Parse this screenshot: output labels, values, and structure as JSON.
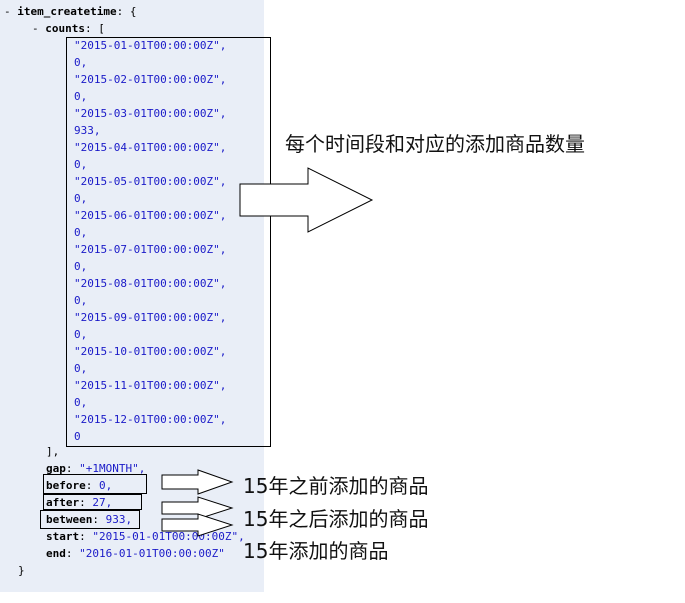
{
  "json_view": {
    "top_key": "item_createtime",
    "top_open": ": {",
    "counts_key": "counts",
    "counts_open": ": [",
    "counts_values": [
      "\"2015-01-01T00:00:00Z\",",
      "0,",
      "\"2015-02-01T00:00:00Z\",",
      "0,",
      "\"2015-03-01T00:00:00Z\",",
      "933,",
      "\"2015-04-01T00:00:00Z\",",
      "0,",
      "\"2015-05-01T00:00:00Z\",",
      "0,",
      "\"2015-06-01T00:00:00Z\",",
      "0,",
      "\"2015-07-01T00:00:00Z\",",
      "0,",
      "\"2015-08-01T00:00:00Z\",",
      "0,",
      "\"2015-09-01T00:00:00Z\",",
      "0,",
      "\"2015-10-01T00:00:00Z\",",
      "0,",
      "\"2015-11-01T00:00:00Z\",",
      "0,",
      "\"2015-12-01T00:00:00Z\",",
      "0"
    ],
    "counts_close": "],",
    "gap_key": "gap",
    "gap_value": "\"+1MONTH\",",
    "before_key": "before",
    "before_value": "0,",
    "after_key": "after",
    "after_value": "27,",
    "between_key": "between",
    "between_value": "933,",
    "start_key": "start",
    "start_value": "\"2015-01-01T00:00:00Z\",",
    "end_key": "end",
    "end_value": "\"2016-01-01T00:00:00Z\"",
    "close_brace": "}",
    "collapse_symbol": "-",
    "colon": ": "
  },
  "annotations": {
    "counts_note": "每个时间段和对应的添加商品数量",
    "before_note": "15年之前添加的商品",
    "after_note": "15年之后添加的商品",
    "between_note": "15年添加的商品"
  }
}
